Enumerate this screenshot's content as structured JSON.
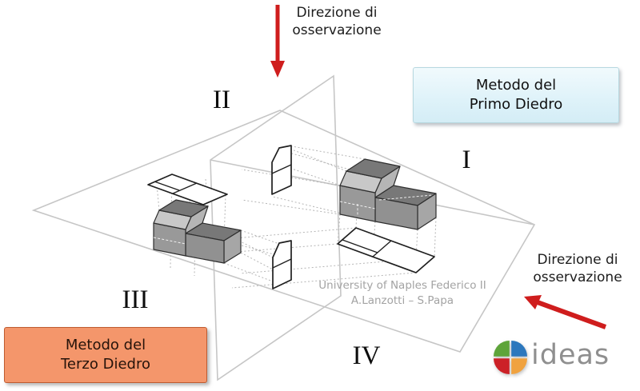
{
  "slide": {
    "background": "#ffffff"
  },
  "observation_labels": {
    "top": {
      "line1": "Direzione di",
      "line2": "osservazione"
    },
    "right": {
      "line1": "Direzione di",
      "line2": "osservazione"
    }
  },
  "quadrant_labels": {
    "first": "I",
    "second": "II",
    "third": "III",
    "fourth": "IV"
  },
  "method_boxes": {
    "primo": {
      "line1": "Metodo del",
      "line2": "Primo Diedro",
      "background": "#ddf2f9",
      "border": "#b7d8e0"
    },
    "terzo": {
      "line1": "Metodo del",
      "line2": "Terzo Diedro",
      "background": "#f4966b",
      "border": "#bf5b30"
    }
  },
  "watermark": {
    "line1": "University of Naples Federico II",
    "line2": "A.Lanzotti – S.Papa"
  },
  "logo": {
    "text": "ideas",
    "text_color": "#8f8f8f",
    "quadrant_colors": {
      "top_left": "#5ea43a",
      "top_right": "#2c77bd",
      "bottom_left": "#cc2127",
      "bottom_right": "#f0a23f"
    }
  },
  "diagram": {
    "arrow_color": "#cf1d1d",
    "plane_line_color": "#c6c6c6",
    "projection_line_color": "#b5b5b5",
    "solid_colors": {
      "top": "#787878",
      "front": "#999999",
      "side": "#a6a6a6",
      "chamfer": "#c8c8c8",
      "step_side": "#b5b5b5"
    }
  }
}
